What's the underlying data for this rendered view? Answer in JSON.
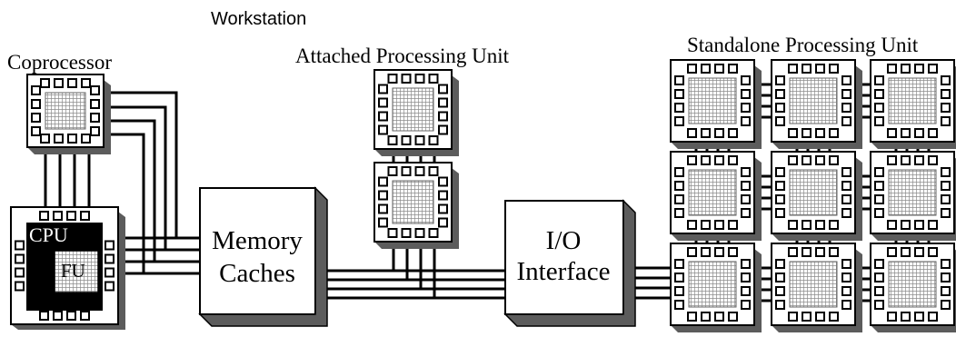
{
  "labels": {
    "workstation": "Workstation",
    "coprocessor": "Coprocessor",
    "attached_unit": "Attached Processing Unit",
    "standalone_unit": "Standalone Processing Unit",
    "cpu": "CPU",
    "fu": "FU",
    "memory_line1": "Memory",
    "memory_line2": "Caches",
    "io_line1": "I/O",
    "io_line2": "Interface"
  }
}
